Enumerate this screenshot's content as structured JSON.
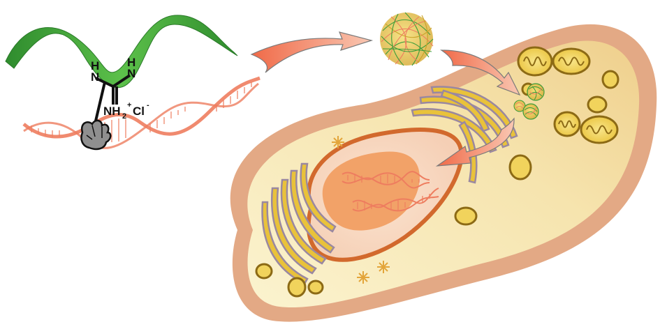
{
  "molecule": {
    "nh_left": "N",
    "h_left": "H",
    "nh_right": "N",
    "h_right": "H",
    "nh2_label": "NH",
    "nh2_sub": "2",
    "plus": "+",
    "chloride": "Cl",
    "minus": "-"
  },
  "colors": {
    "cell_membrane": "#e3a985",
    "cytoplasm": "#f6e7b7",
    "nucleus_envelope": "#d2692d",
    "nucleolus": "#f2a268",
    "dna": "#ee7d5f",
    "green_strand": "#3b9d3a",
    "organelle_gold": "#e9c23a",
    "organelle_border": "#8c6a15",
    "arrow_fill": "#ef8a6a",
    "golgi_edge": "#9a88a0"
  }
}
